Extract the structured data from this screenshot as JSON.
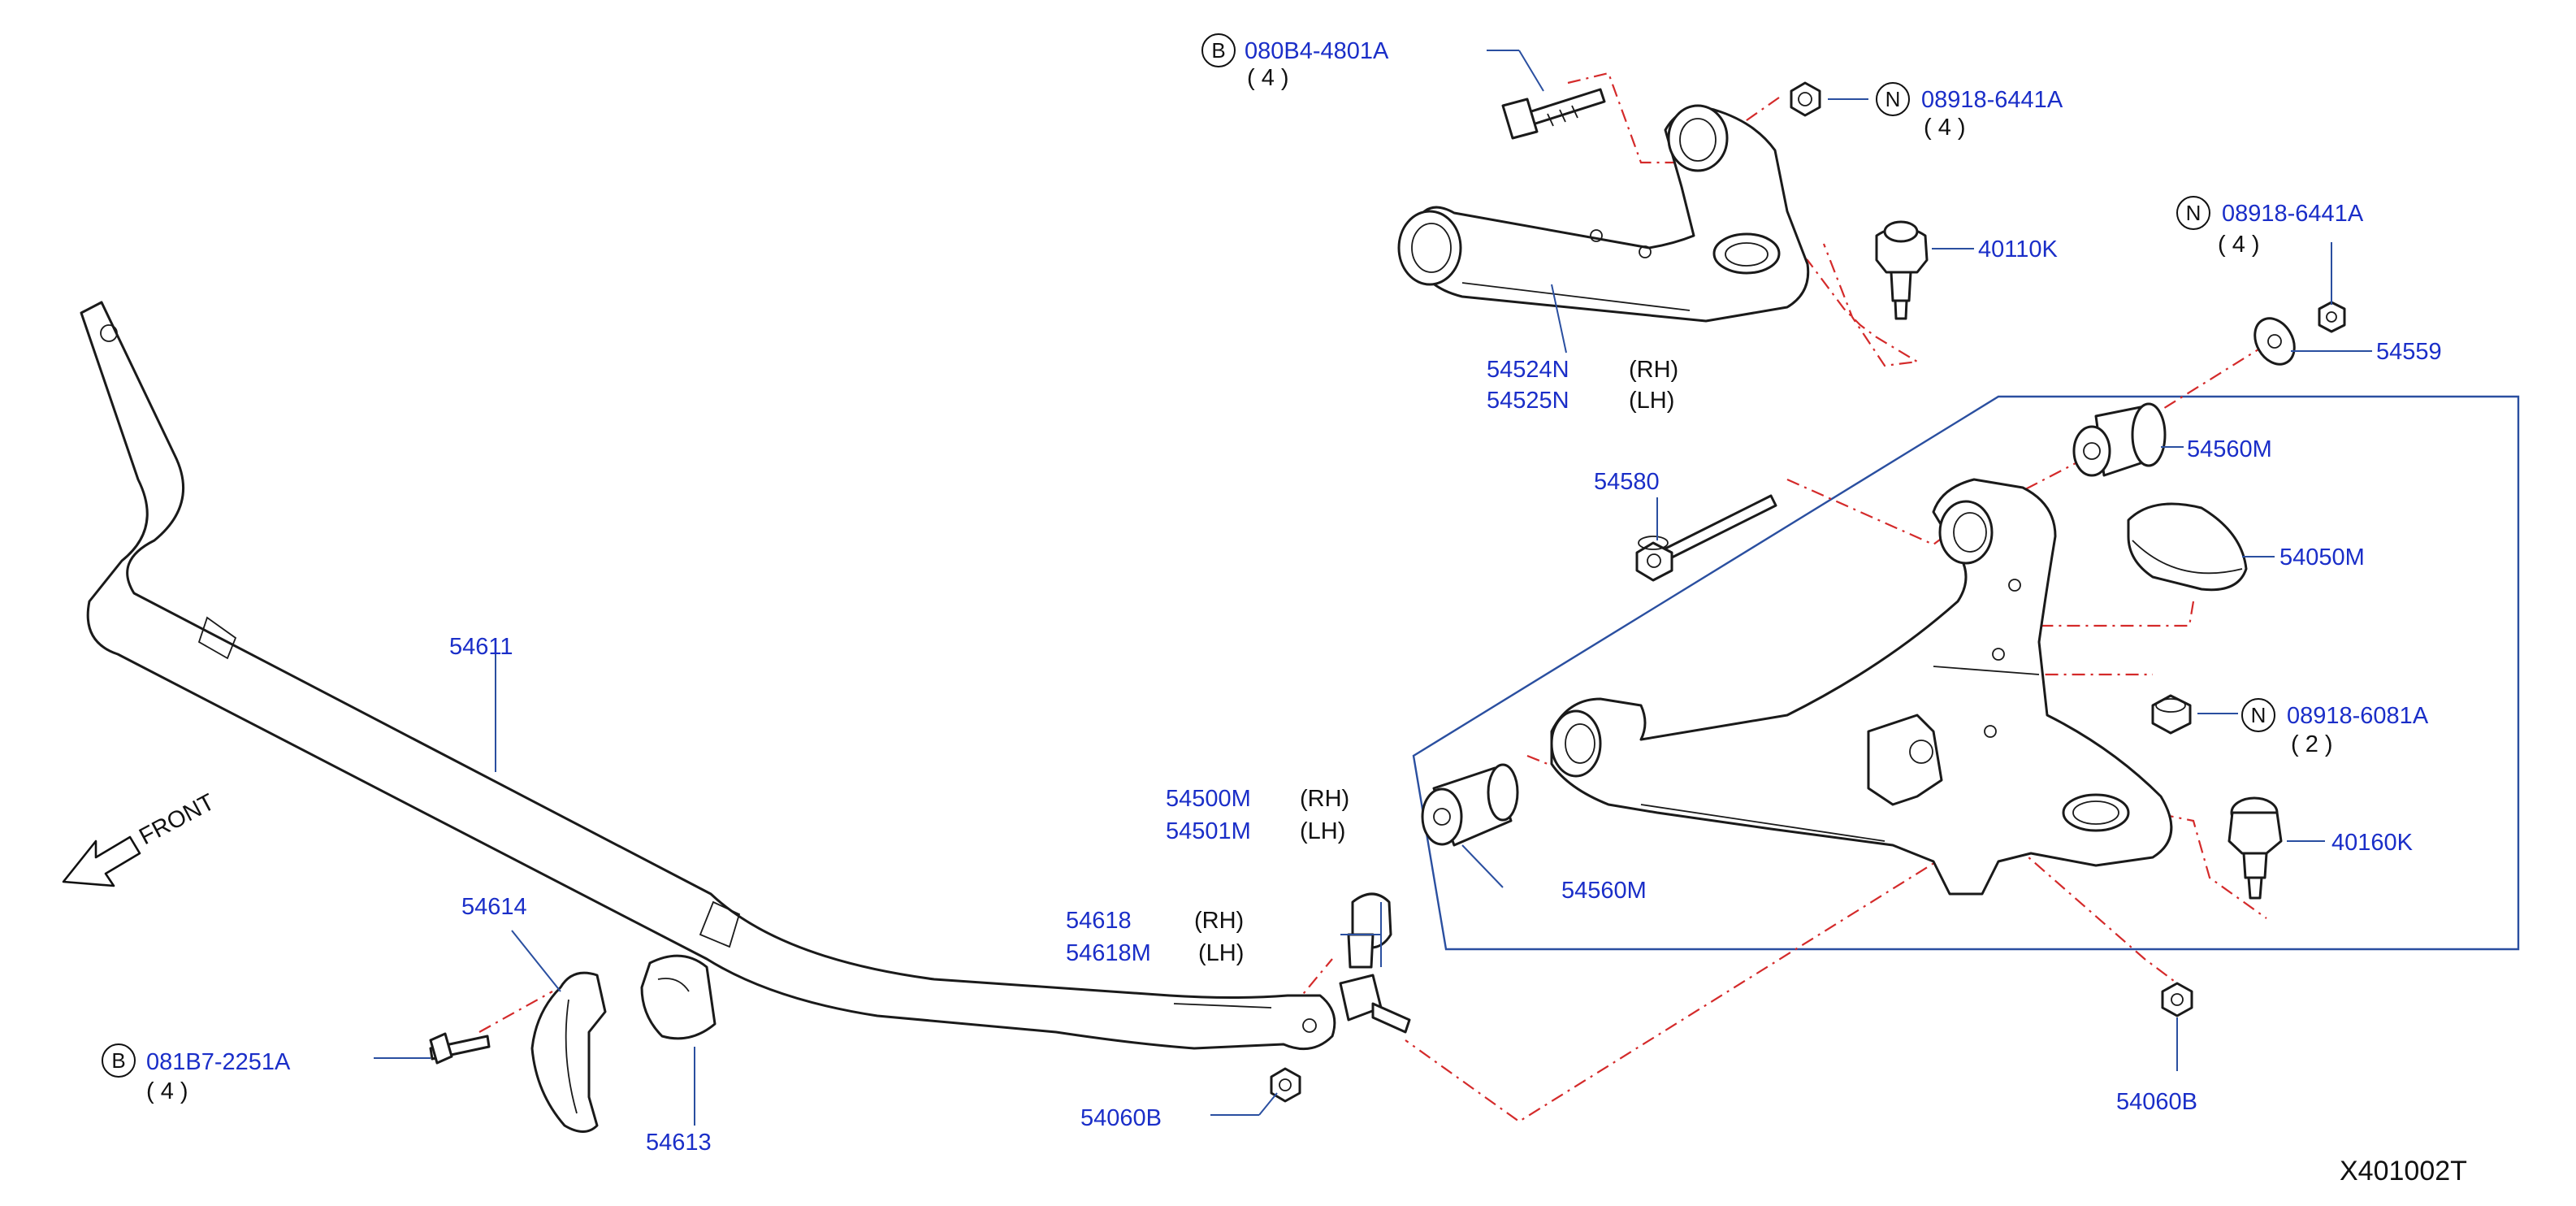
{
  "diagram_code": "X401002T",
  "front_label": "FRONT",
  "callouts": {
    "bolt_upper": {
      "symbol": "B",
      "part": "080B4-4801A",
      "qty": "( 4 )"
    },
    "nut_upper": {
      "symbol": "N",
      "part": "08918-6441A",
      "qty": "( 4 )"
    },
    "nut_right": {
      "symbol": "N",
      "part": "08918-6441A",
      "qty": "( 4 )"
    },
    "nut_lower": {
      "symbol": "N",
      "part": "08918-6081A",
      "qty": "( 2 )"
    },
    "bolt_clamp": {
      "symbol": "B",
      "part": "081B7-2251A",
      "qty": "( 4 )"
    },
    "upper_arm": {
      "part_rh": "54524N",
      "side_rh": "(RH)",
      "part_lh": "54525N",
      "side_lh": "(LH)"
    },
    "lower_arm": {
      "part_rh": "54500M",
      "side_rh": "(RH)",
      "part_lh": "54501M",
      "side_lh": "(LH)"
    },
    "link": {
      "part_rh": "54618",
      "side_rh": "(RH)",
      "part_lh": "54618M",
      "side_lh": "(LH)"
    },
    "upper_balljoint": "40110K",
    "lower_balljoint": "40160K",
    "washer": "54559",
    "bushing_rear": "54560M",
    "bushing_front": "54560M",
    "cover": "54050M",
    "bolt_long": "54580",
    "stabilizer_bar": "54611",
    "clamp": "54614",
    "bushing_bar": "54613",
    "nut_link": "54060B",
    "nut_arm": "54060B"
  }
}
